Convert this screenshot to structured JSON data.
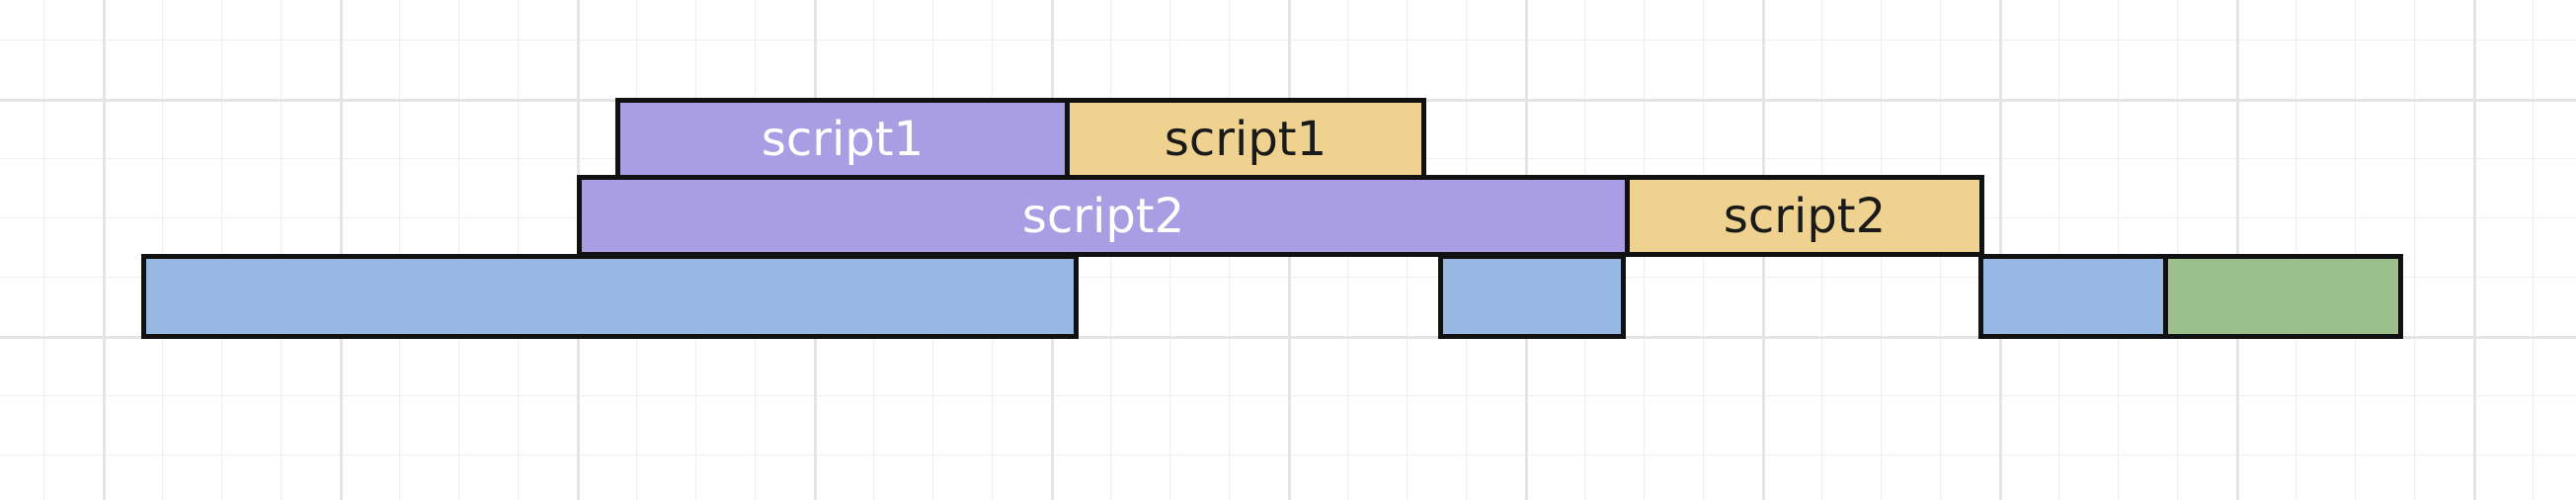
{
  "blocks": [
    {
      "id": "script1-download",
      "label": "script1",
      "fill": "#a99de4"
    },
    {
      "id": "script1-execute",
      "label": "script1",
      "fill": "#efd28f"
    },
    {
      "id": "script2-download",
      "label": "script2",
      "fill": "#a99de4"
    },
    {
      "id": "script2-execute",
      "label": "script2",
      "fill": "#efd28f"
    },
    {
      "id": "main-1",
      "label": "",
      "fill": "#97b8e3"
    },
    {
      "id": "main-2",
      "label": "",
      "fill": "#97b8e3"
    },
    {
      "id": "main-3",
      "label": "",
      "fill": "#97b8e3"
    },
    {
      "id": "main-4",
      "label": "",
      "fill": "#9bc08c"
    }
  ],
  "colors": {
    "purple": "#a99de4",
    "tan": "#efd28f",
    "blue": "#97b8e3",
    "green": "#9bc08c",
    "border": "#111111",
    "grid": "#e4e4e4"
  }
}
